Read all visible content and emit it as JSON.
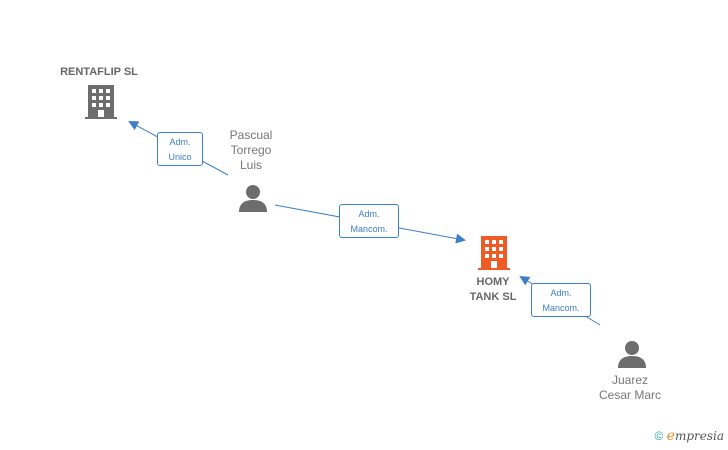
{
  "nodes": {
    "rentaflip": {
      "label": "RENTAFLIP  SL",
      "kind": "company",
      "color": "#6d6d6d"
    },
    "homy": {
      "label_line1": "HOMY",
      "label_line2": "TANK  SL",
      "kind": "company",
      "color": "#f05a24"
    },
    "pascual": {
      "line1": "Pascual",
      "line2": "Torrego",
      "line3": "Luis",
      "kind": "person"
    },
    "juarez": {
      "line1": "Juarez",
      "line2": "Cesar Marc",
      "kind": "person"
    }
  },
  "edges": {
    "pascual_rentaflip": {
      "line1": "Adm.",
      "line2": "Unico"
    },
    "pascual_homy": {
      "line1": "Adm.",
      "line2": "Mancom."
    },
    "juarez_homy": {
      "line1": "Adm.",
      "line2": "Mancom."
    }
  },
  "footer": {
    "copyright": "©",
    "brand_initial": "e",
    "brand_rest": "mpresia"
  },
  "colors": {
    "edge": "#3c7ecb",
    "person": "#6d6d6d"
  }
}
